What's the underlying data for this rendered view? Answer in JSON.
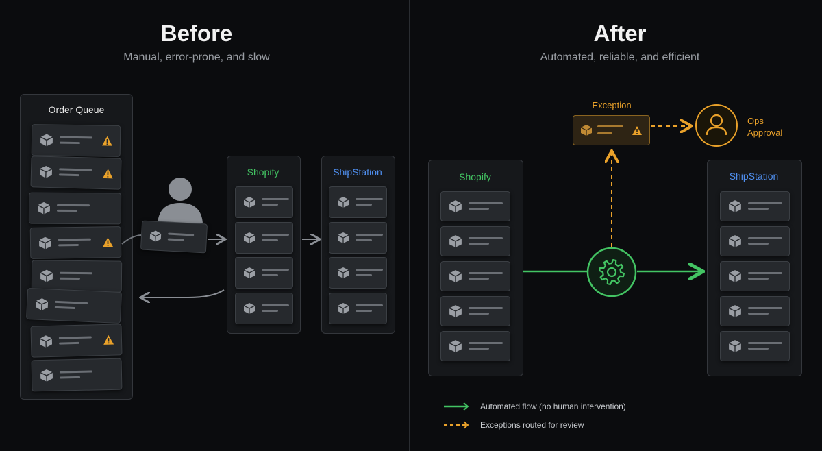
{
  "before": {
    "title": "Before",
    "subtitle": "Manual, error-prone, and slow",
    "order_queue": {
      "label": "Order Queue",
      "warning_rows": [
        0,
        1,
        3,
        6
      ]
    },
    "shopify": {
      "label": "Shopify"
    },
    "shipstation": {
      "label": "ShipStation"
    }
  },
  "after": {
    "title": "After",
    "subtitle": "Automated, reliable, and efficient",
    "exception": {
      "label": "Exception"
    },
    "ops": {
      "label_line1": "Ops",
      "label_line2": "Approval"
    },
    "shopify": {
      "label": "Shopify"
    },
    "shipstation": {
      "label": "ShipStation"
    },
    "engine_icon": "gear-icon"
  },
  "legend": {
    "automated": "Automated flow (no human intervention)",
    "exceptions": "Exceptions routed for review"
  },
  "colors": {
    "green": "#43c463",
    "blue": "#4f8ff0",
    "orange": "#e9a12a",
    "background": "#0b0c0e"
  },
  "icons": [
    "package-icon",
    "warning-icon",
    "person-icon",
    "gear-icon",
    "user-icon"
  ]
}
